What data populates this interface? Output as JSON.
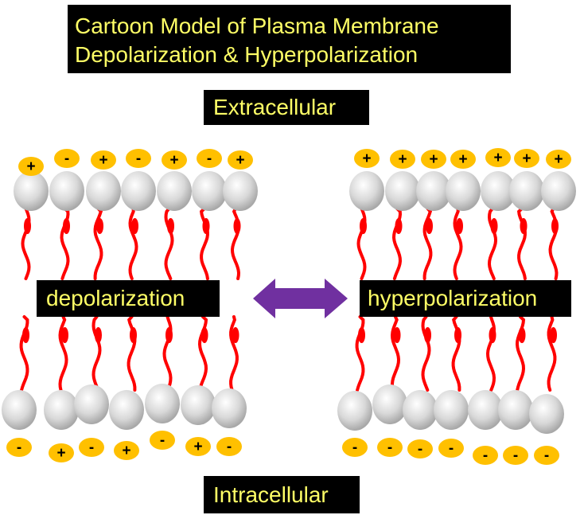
{
  "title": {
    "line1": "Cartoon Model of Plasma Membrane",
    "line2": "Depolarization & Hyperpolarization"
  },
  "labels": {
    "extracellular": "Extracellular",
    "intracellular": "Intracellular",
    "depolarization": "depolarization",
    "hyperpolarization": "hyperpolarization"
  },
  "membranes": {
    "depolarization": {
      "outer_ions": [
        "+",
        "-",
        "+",
        "-",
        "+",
        "-",
        "+"
      ],
      "inner_ions": [
        "-",
        "+",
        "-",
        "+",
        "-",
        "+",
        "-"
      ]
    },
    "hyperpolarization": {
      "outer_ions": [
        "+",
        "+",
        "+",
        "+",
        "+",
        "+",
        "+"
      ],
      "inner_ions": [
        "-",
        "-",
        "-",
        "-",
        "-",
        "-",
        "-"
      ]
    }
  },
  "colors": {
    "label_bg": "#000000",
    "label_text": "#ffff66",
    "lipid_tail": "#ff0000",
    "ion_fill": "#ffc000",
    "head_fill": "#d8d8d8",
    "arrow": "#7030a0"
  },
  "icons": {
    "arrow": "double-headed-arrow"
  }
}
